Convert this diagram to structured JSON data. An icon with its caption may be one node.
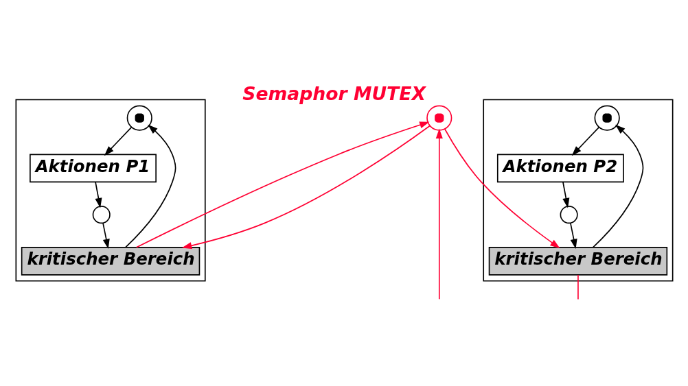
{
  "diagram": {
    "nodes": [
      {
        "text": [],
        "shape": "box"
      },
      {
        "text": [],
        "shape": "circle",
        "in": 0
      },
      {
        "text": [
          "Aktionen P1"
        ],
        "in": 0
      },
      {
        "text": [],
        "shape": "circle",
        "in": 0
      },
      {
        "text": [
          "kritischer Bereich"
        ],
        "in": 0
      },
      {
        "text": [
          "Semaphor MUTEX"
        ]
      },
      {
        "text": [],
        "shape": "box"
      },
      {
        "text": [],
        "shape": "circle",
        "in": 6
      },
      {
        "text": [
          "Aktionen P2"
        ],
        "in": 6
      },
      {
        "text": [],
        "shape": "circle",
        "in": 6
      },
      {
        "text": [
          "kritischer Bereich"
        ],
        "in": 6
      }
    ],
    "edges": [
      {
        "from": 1,
        "to": 2,
        "arrow": "to"
      },
      {
        "from": 2,
        "to": 3,
        "arrow": "to"
      },
      {
        "from": 3,
        "to": 4,
        "arrow": "to"
      },
      {
        "from": 4,
        "to": 1,
        "arrow": "to"
      },
      {
        "from": 7,
        "to": 8,
        "arrow": "to"
      },
      {
        "from": 8,
        "to": 9,
        "arrow": "to"
      },
      {
        "from": 9,
        "to": 10,
        "arrow": "to"
      },
      {
        "from": 10,
        "to": 7,
        "arrow": "to"
      },
      {
        "from": 5,
        "to": 4,
        "arrow": "to",
        "color": "#ff0033"
      },
      {
        "from": 5,
        "to": 10,
        "arrow": "to",
        "color": "#ff0033"
      },
      {
        "from": 4,
        "to": 5,
        "arrow": "to",
        "color": "#ff0033"
      },
      {
        "from": 10,
        "to": null,
        "arrow": "none",
        "color": "#ff0033"
      },
      {
        "from": null,
        "to": 5,
        "arrow": "to",
        "color": "#ff0033"
      }
    ]
  }
}
